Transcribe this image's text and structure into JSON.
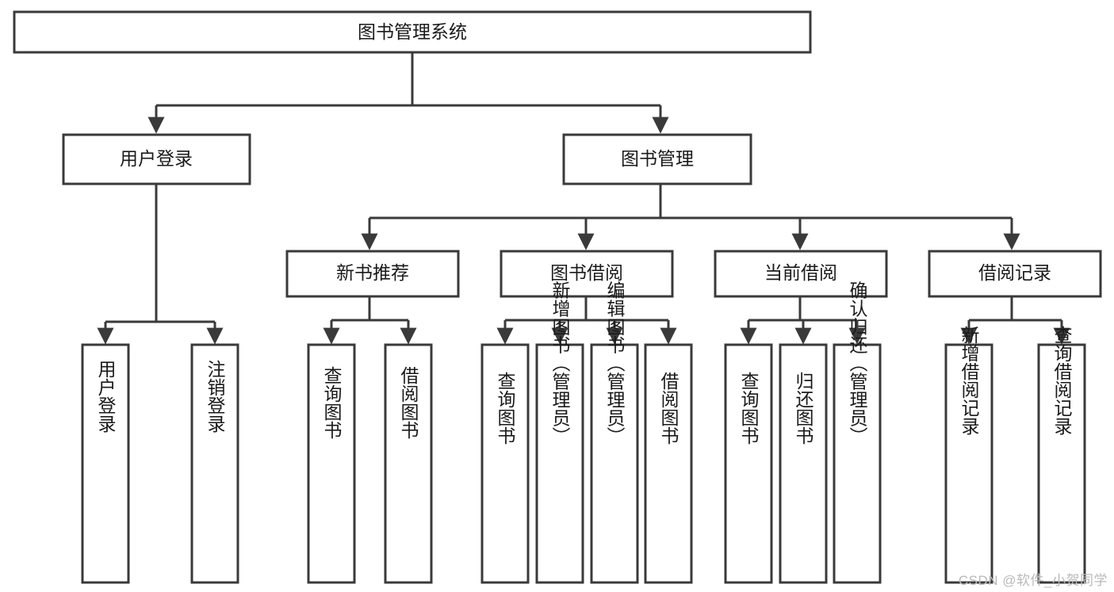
{
  "diagram": {
    "type": "tree-hierarchy",
    "title": "图书管理系统",
    "watermark": "CSDN @软件_小贺同学",
    "colors": {
      "box_fill": "#ffffff",
      "box_stroke": "#3a3a3a",
      "text": "#1a1a1a",
      "watermark": "#b9b9b9",
      "background": "#ffffff"
    },
    "levels": {
      "root": {
        "label": "图书管理系统",
        "orientation": "horizontal"
      },
      "level2": [
        {
          "label": "用户登录",
          "orientation": "horizontal"
        },
        {
          "label": "图书管理",
          "orientation": "horizontal"
        }
      ],
      "level3": [
        {
          "label": "新书推荐",
          "orientation": "horizontal"
        },
        {
          "label": "图书借阅",
          "orientation": "horizontal"
        },
        {
          "label": "当前借阅",
          "orientation": "horizontal"
        },
        {
          "label": "借阅记录",
          "orientation": "horizontal"
        }
      ],
      "leaves": [
        {
          "label": "用户登录",
          "orientation": "vertical",
          "parent": "用户登录"
        },
        {
          "label": "注销登录",
          "orientation": "vertical",
          "parent": "用户登录"
        },
        {
          "label": "查询图书",
          "orientation": "vertical",
          "parent": "新书推荐"
        },
        {
          "label": "借阅图书",
          "orientation": "vertical",
          "parent": "新书推荐"
        },
        {
          "label": "查询图书",
          "orientation": "vertical",
          "parent": "图书借阅"
        },
        {
          "label": "新增图书（管理员）",
          "orientation": "vertical",
          "parent": "图书借阅"
        },
        {
          "label": "编辑图书（管理员）",
          "orientation": "vertical",
          "parent": "图书借阅"
        },
        {
          "label": "借阅图书",
          "orientation": "vertical",
          "parent": "图书借阅"
        },
        {
          "label": "查询图书",
          "orientation": "vertical",
          "parent": "当前借阅"
        },
        {
          "label": "归还图书",
          "orientation": "vertical",
          "parent": "当前借阅"
        },
        {
          "label": "确认归还（管理员）",
          "orientation": "vertical",
          "parent": "当前借阅"
        },
        {
          "label": "新增借阅记录",
          "orientation": "vertical",
          "parent": "借阅记录"
        },
        {
          "label": "查询借阅记录",
          "orientation": "vertical",
          "parent": "借阅记录"
        }
      ]
    }
  }
}
